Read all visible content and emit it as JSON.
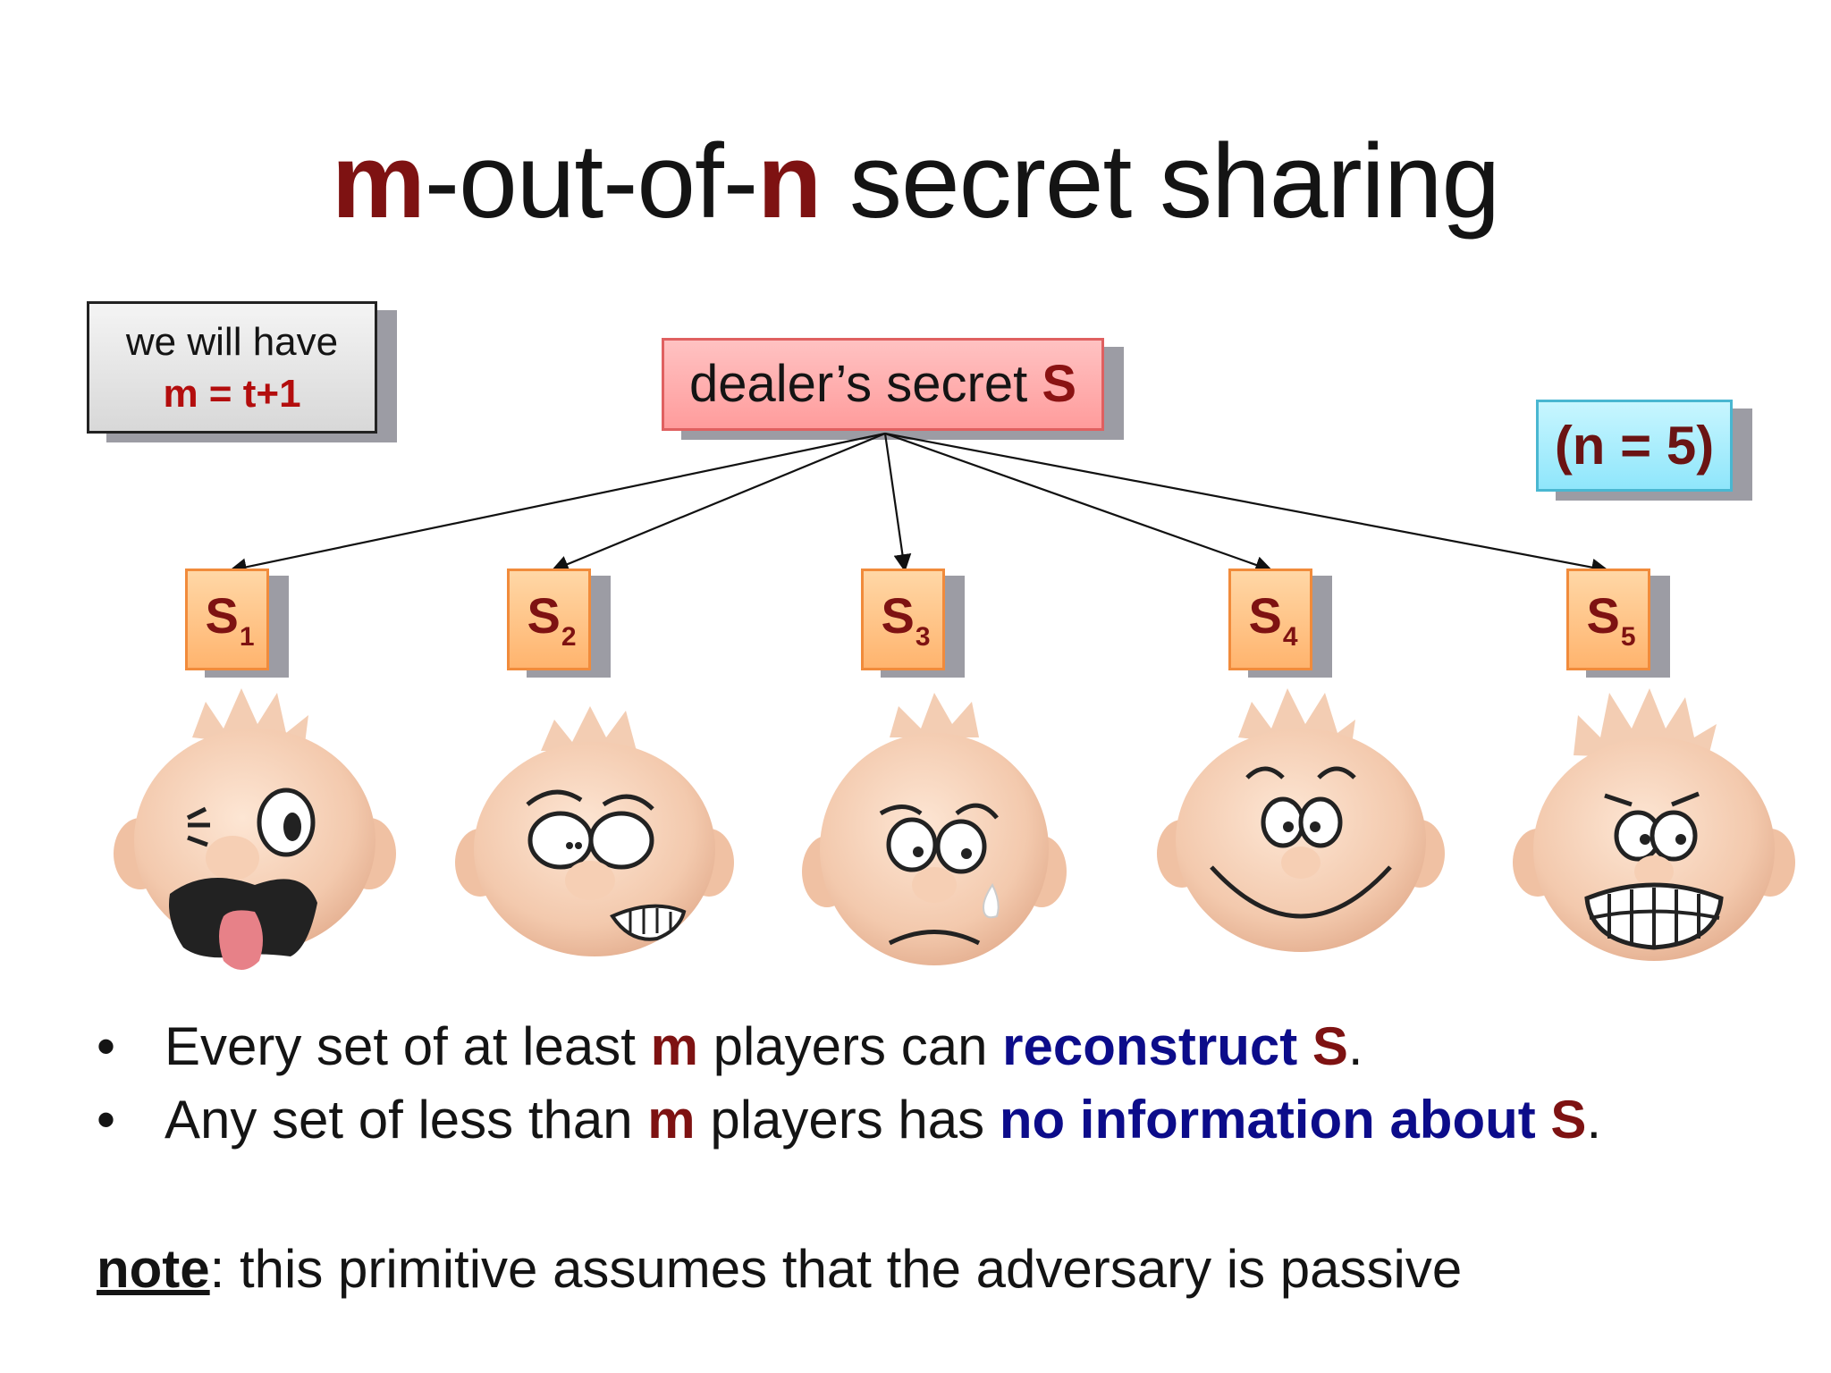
{
  "slide": {
    "title": {
      "part1": "m",
      "part2": "-out-of-",
      "part3": "n",
      "part4": " secret sharing"
    },
    "note_box": {
      "line1": "we will have",
      "line2": "m = t+1"
    },
    "dealer": {
      "label": "dealer’s secret ",
      "secret": "S"
    },
    "n_box": {
      "label": "(n = 5)"
    },
    "shares": [
      {
        "letter": "S",
        "index": "1"
      },
      {
        "letter": "S",
        "index": "2"
      },
      {
        "letter": "S",
        "index": "3"
      },
      {
        "letter": "S",
        "index": "4"
      },
      {
        "letter": "S",
        "index": "5"
      }
    ],
    "players": [
      {
        "expression": "winking-tongue-out"
      },
      {
        "expression": "nervous-grimace"
      },
      {
        "expression": "sad-tear"
      },
      {
        "expression": "happy-smile"
      },
      {
        "expression": "scared-teeth"
      }
    ],
    "bullets": [
      {
        "t1": "Every set of at least ",
        "t2": "m",
        "t3": " players can ",
        "t4": "reconstruct ",
        "t5": "S",
        "t6": "."
      },
      {
        "t1": "Any set of less than ",
        "t2": "m",
        "t3": " players has ",
        "t4": "no information about ",
        "t5": "S",
        "t6": "."
      }
    ],
    "bullet_glyph": "•",
    "footnote": {
      "keyword": "note",
      "text": ": this primitive assumes that the adversary is passive"
    },
    "colors": {
      "title_accent": "#7e1212",
      "emphasis_blue": "#0c0c8a",
      "note_red": "#b30d0d",
      "dealer_fill": "#ff9c9c",
      "share_fill": "#ffb46e",
      "n_fill": "#8fe6fb"
    }
  }
}
